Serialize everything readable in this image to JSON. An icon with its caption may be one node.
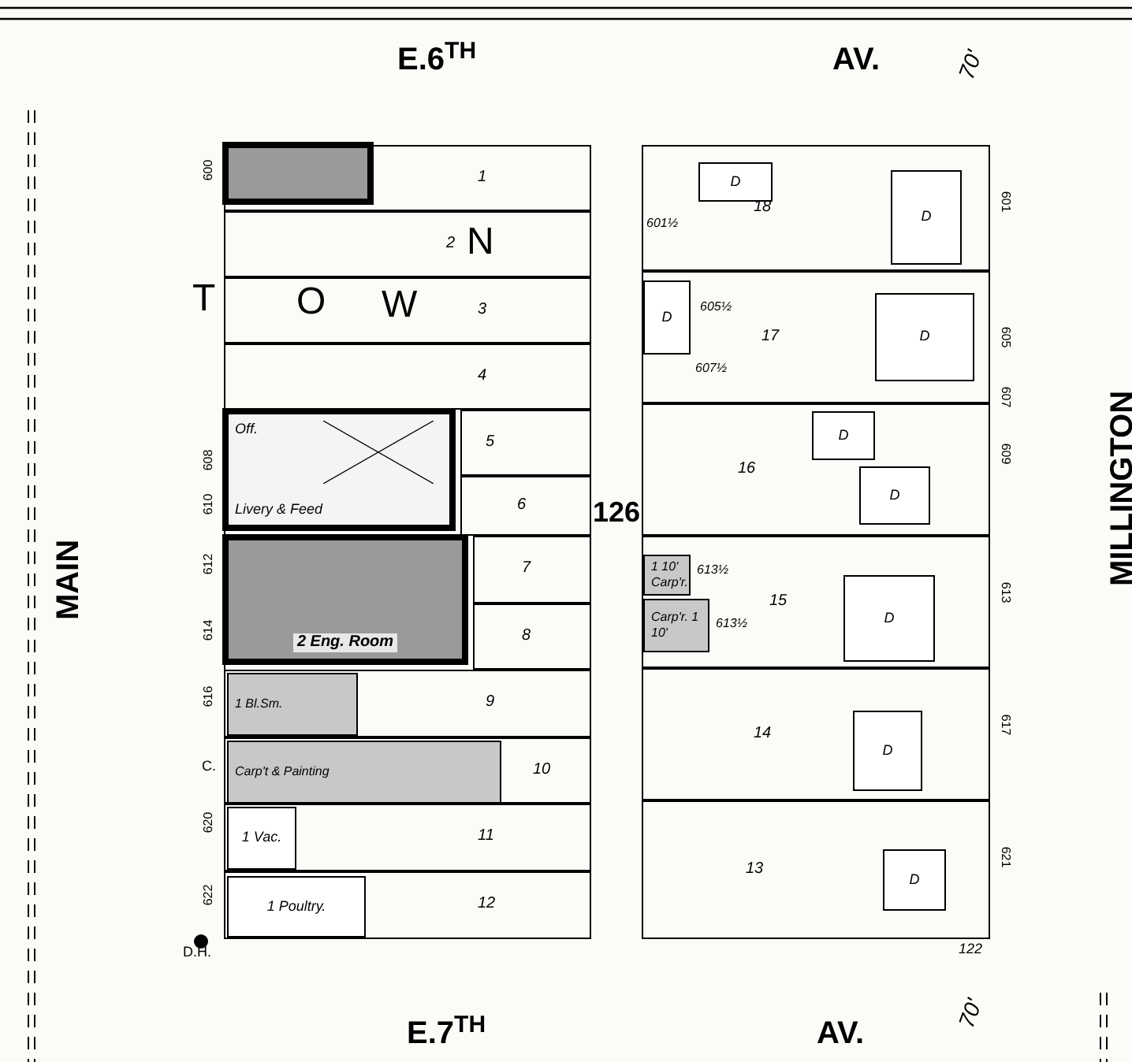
{
  "diagram": {
    "nodes": [
      {
        "text": [],
        "shape": "box"
      },
      {
        "text": [
          "1"
        ],
        "in": 0
      },
      {
        "text": [
          "2"
        ],
        "in": 0
      },
      {
        "text": [
          "3"
        ],
        "in": 0
      },
      {
        "text": [
          "4"
        ],
        "in": 0
      },
      {
        "text": [
          "5"
        ],
        "in": 0
      },
      {
        "text": [
          "6"
        ],
        "in": 0
      },
      {
        "text": [
          "7"
        ],
        "in": 0
      },
      {
        "text": [
          "8"
        ],
        "in": 0
      },
      {
        "text": [
          "9"
        ],
        "in": 0
      },
      {
        "text": [
          "10"
        ],
        "in": 0
      },
      {
        "text": [
          "11"
        ],
        "in": 0
      },
      {
        "text": [
          "12"
        ],
        "in": 0
      },
      {
        "text": [],
        "shape": "box"
      },
      {
        "text": [
          "18"
        ],
        "in": 13
      },
      {
        "text": [
          "17"
        ],
        "in": 13
      },
      {
        "text": [
          "16"
        ],
        "in": 13
      },
      {
        "text": [
          "15"
        ],
        "in": 13
      },
      {
        "text": [
          "14"
        ],
        "in": 13
      },
      {
        "text": [
          "13"
        ],
        "in": 13
      },
      {
        "text": [],
        "shape": "box",
        "in": 1
      },
      {
        "text": [
          "Off.",
          "Livery & Feed"
        ],
        "in": 0
      },
      {
        "text": [
          "2 Eng. Room"
        ],
        "in": 0
      },
      {
        "text": [
          "1 Bl.Sm."
        ],
        "in": 9
      },
      {
        "text": [
          "Carp't & Painting"
        ],
        "in": 10
      },
      {
        "text": [
          "1 Vac."
        ],
        "in": 11
      },
      {
        "text": [
          "1 Poultry."
        ],
        "in": 12
      },
      {
        "text": [
          "1 10' Carp'r."
        ],
        "in": 17
      },
      {
        "text": [
          "Carp'r. 1 10'"
        ],
        "in": 17
      },
      {
        "text": [
          "D"
        ],
        "in": 14
      },
      {
        "text": [
          "D"
        ],
        "in": 14
      },
      {
        "text": [
          "D"
        ],
        "in": 15
      },
      {
        "text": [
          "D"
        ],
        "in": 15
      },
      {
        "text": [
          "D"
        ],
        "in": 16
      },
      {
        "text": [
          "D"
        ],
        "in": 16
      },
      {
        "text": [
          "D"
        ],
        "in": 17
      },
      {
        "text": [
          "D"
        ],
        "in": 18
      },
      {
        "text": [
          "D"
        ],
        "in": 19
      }
    ],
    "labels": [
      "E.6$^{TH}$",
      "AV.",
      "70'",
      "MAIN",
      "MILLINGTON",
      "T",
      "O",
      "W",
      "N",
      "126",
      "D.H.",
      "122",
      "E.7$^{TH}$",
      "AV.",
      "70'",
      "600",
      "608",
      "610",
      "612",
      "614",
      "616",
      "C.",
      "620",
      "622",
      "601½",
      "605½",
      "607½",
      "613½",
      "613½",
      "601",
      "605",
      "607",
      "609",
      "613",
      "617",
      "621"
    ]
  }
}
